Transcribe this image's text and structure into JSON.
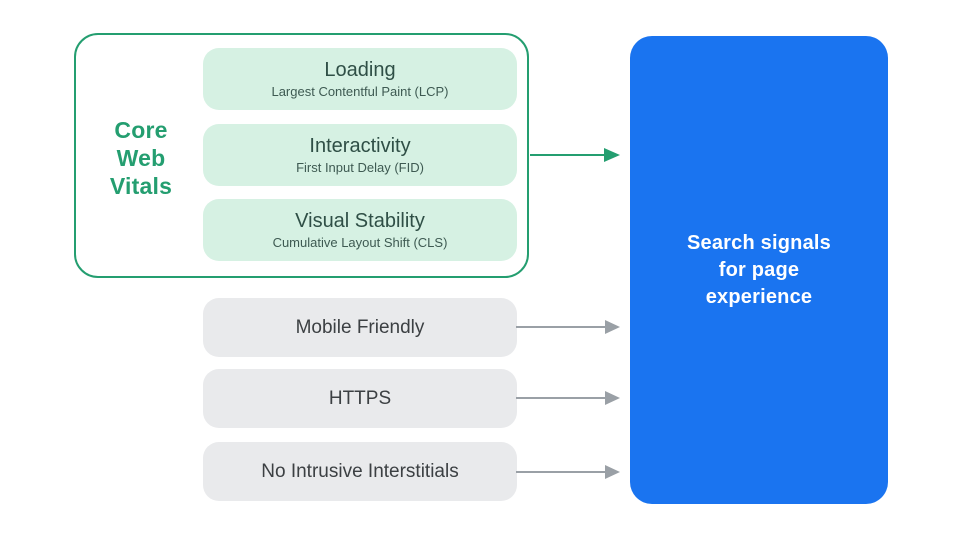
{
  "colors": {
    "green_accent": "#249E70",
    "mint_fill": "#D6F1E3",
    "pill_title_text": "#2F4F46",
    "pill_subtitle_text": "#3E5A52",
    "gray_fill": "#E9EAEC",
    "gray_text": "#3C4043",
    "arrow_gray": "#9AA0A6",
    "blue_fill": "#1A74F0",
    "result_text": "#FFFFFF",
    "background": "#FFFFFF"
  },
  "core_web_vitals": {
    "label_lines": [
      "Core",
      "Web",
      "Vitals"
    ],
    "items": [
      {
        "title": "Loading",
        "subtitle": "Largest Contentful Paint (LCP)"
      },
      {
        "title": "Interactivity",
        "subtitle": "First Input Delay (FID)"
      },
      {
        "title": "Visual Stability",
        "subtitle": "Cumulative Layout Shift (CLS)"
      }
    ]
  },
  "other_signals": [
    {
      "label": "Mobile Friendly"
    },
    {
      "label": "HTTPS"
    },
    {
      "label": "No Intrusive Interstitials"
    }
  ],
  "result_box": {
    "lines": [
      "Search signals",
      "for page",
      "experience"
    ]
  }
}
